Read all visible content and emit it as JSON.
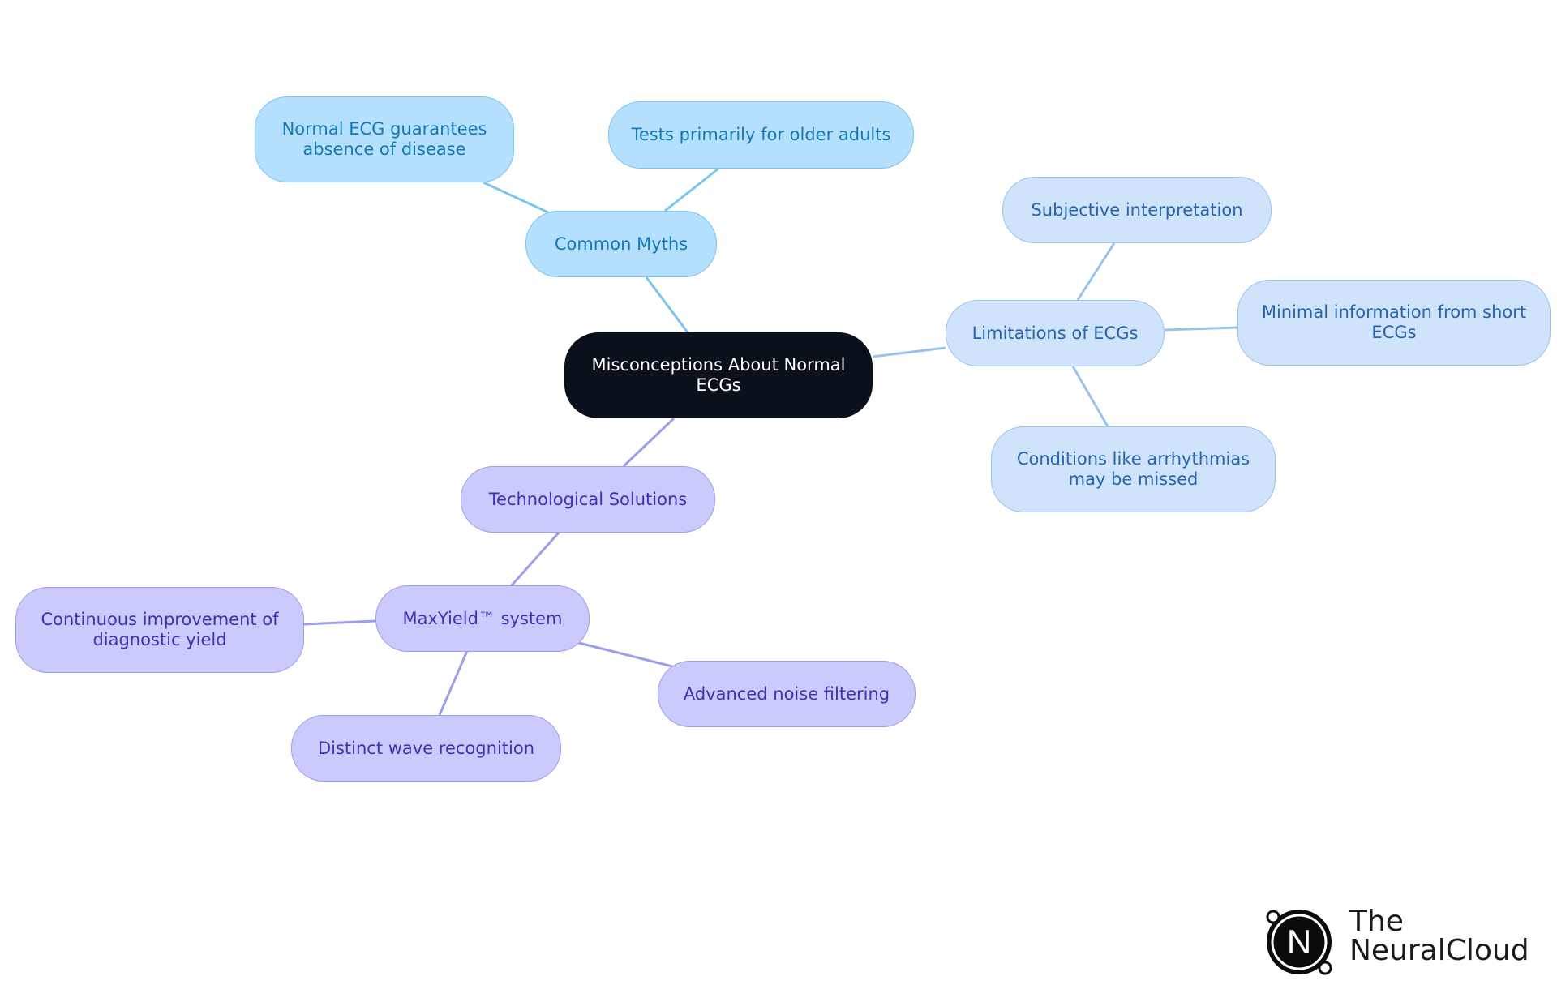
{
  "root": {
    "label": "Misconceptions About Normal ECGs"
  },
  "branches": {
    "common_myths": {
      "label": "Common Myths",
      "children": [
        "Normal ECG guarantees absence of disease",
        "Tests primarily for older adults"
      ]
    },
    "limitations": {
      "label": "Limitations of ECGs",
      "children": [
        "Subjective interpretation",
        "Minimal information from short ECGs",
        "Conditions like arrhythmias may be missed"
      ]
    },
    "tech": {
      "label": "Technological Solutions",
      "sub": {
        "label": "MaxYield™ system",
        "children": [
          "Continuous improvement of diagnostic yield",
          "Distinct wave recognition",
          "Advanced noise filtering"
        ]
      }
    }
  },
  "logo": {
    "line1": "The",
    "line2": "NeuralCloud",
    "mark": "N"
  },
  "colors": {
    "root": "#0b111a",
    "myths_fill": "#b5e0fd",
    "myths_text": "#1478b5",
    "myths_line": "#7cc5f0",
    "limits_fill": "#cfe3fb",
    "limits_text": "#2764b0",
    "limits_line": "#98c3ef",
    "tech_fill": "#cacbfc",
    "tech_text": "#3a33b4",
    "tech_line": "#9d9ee9"
  }
}
